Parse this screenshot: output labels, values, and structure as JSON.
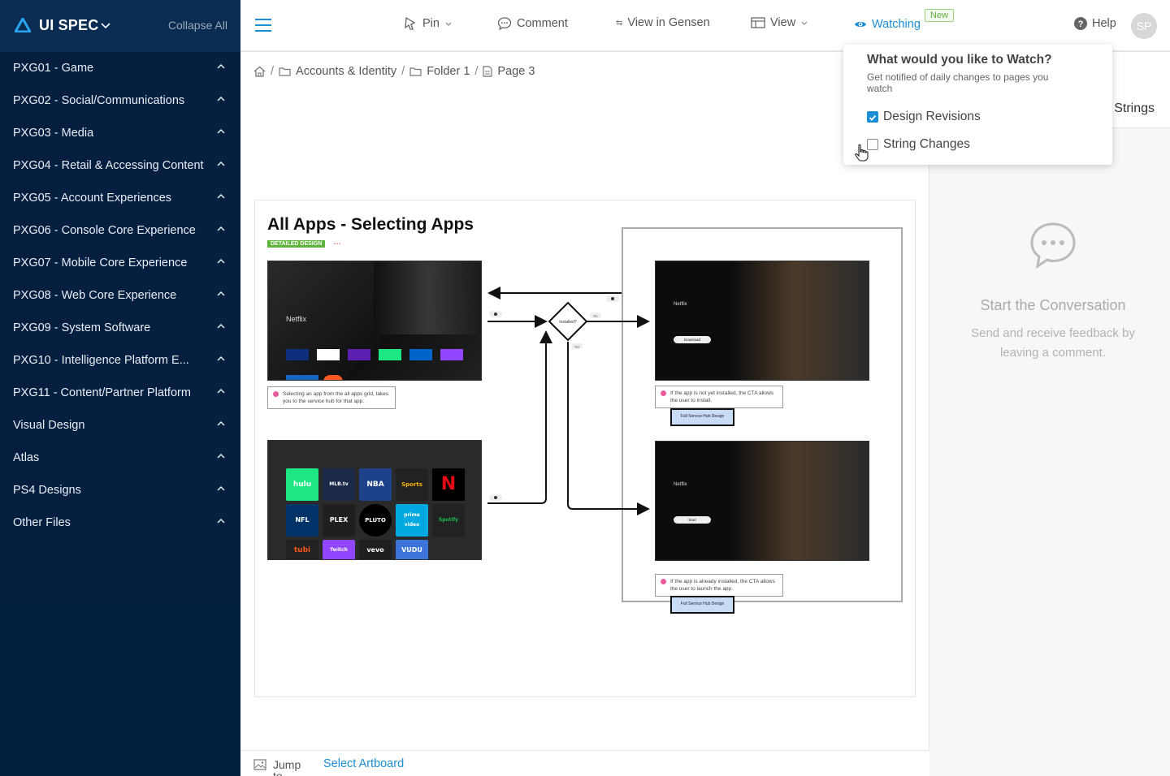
{
  "app": {
    "name": "UI SPEC",
    "collapse_all": "Collapse All"
  },
  "sidebar": {
    "items": [
      {
        "label": "PXG01 - Game"
      },
      {
        "label": "PXG02 - Social/Communications"
      },
      {
        "label": "PXG03 - Media"
      },
      {
        "label": "PXG04 - Retail & Accessing Content"
      },
      {
        "label": "PXG05 - Account Experiences"
      },
      {
        "label": "PXG06 - Console Core Experience"
      },
      {
        "label": "PXG07 - Mobile Core Experience"
      },
      {
        "label": "PXG08 - Web Core Experience"
      },
      {
        "label": "PXG09 - System Software"
      },
      {
        "label": "PXG10 - Intelligence Platform E..."
      },
      {
        "label": "PXG11 - Content/Partner Platform"
      },
      {
        "label": "Visual Design"
      },
      {
        "label": "Atlas"
      },
      {
        "label": "PS4 Designs"
      },
      {
        "label": "Other Files"
      }
    ]
  },
  "toolbar": {
    "pin": "Pin",
    "comment": "Comment",
    "view_in": "View in Gensen",
    "view": "View",
    "watching": "Watching",
    "new_badge": "New",
    "help": "Help",
    "avatar_initials": "SP"
  },
  "breadcrumb": {
    "level1": "Accounts & Identity",
    "level2": "Folder 1",
    "level3": "Page 3"
  },
  "watch_popover": {
    "title": "What would you like to Watch?",
    "description": "Get notified of daily changes to pages you watch",
    "options": [
      {
        "label": "Design Revisions",
        "checked": true
      },
      {
        "label": "String Changes",
        "checked": false
      }
    ]
  },
  "right_panel": {
    "tab_strings": "Strings",
    "empty_title": "Start the Conversation",
    "empty_text": "Send and receive feedback by leaving a comment."
  },
  "artboard": {
    "title": "All Apps - Selecting Apps",
    "tag": "DETAILED DESIGN",
    "diamond_label": "Installed?",
    "yes_label": "Yes",
    "no_label": "No",
    "netflix_label": "Netflix",
    "download_btn": "Download",
    "start_btn": "Start",
    "note_left": "Selecting an app from the all apps grid, takes you to the service hub for that app.",
    "note_right_top": "If the app is not yet installed, the CTA allows the user to install.",
    "note_right_bottom": "If the app is already installed, the CTA allows the user to launch the app.",
    "cta_label": "Full Service Hub Design",
    "tiles": [
      "hulu",
      "MLB.tv",
      "NBA",
      "Sports",
      "N",
      "NFL",
      "PLEX",
      "PLUTO",
      "prime video",
      "Spotify",
      "tubi",
      "Twitch",
      "vevo",
      "VUDU"
    ]
  },
  "bottom": {
    "jump_to": "Jump to",
    "select_artboard": "Select Artboard"
  }
}
